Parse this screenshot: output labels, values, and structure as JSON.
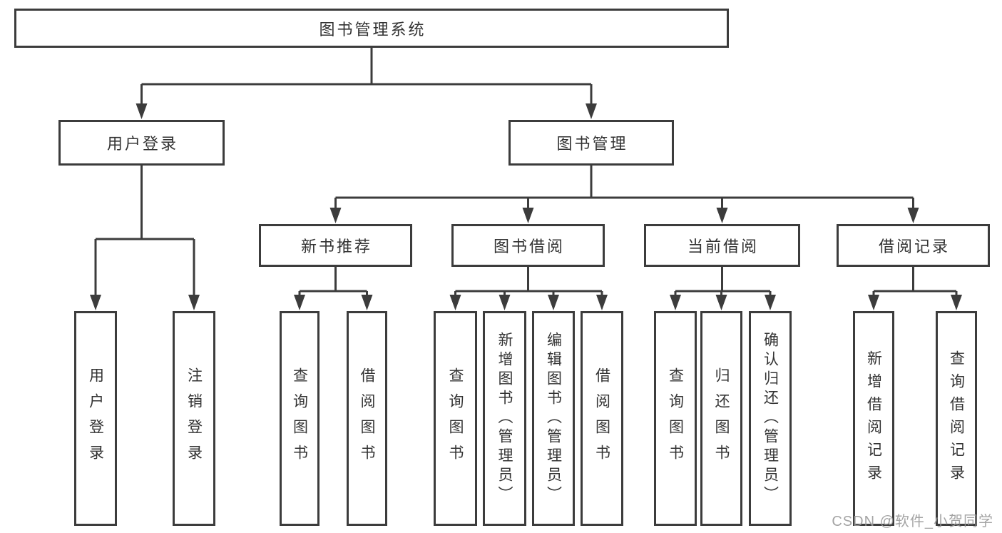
{
  "diagram": {
    "type": "hierarchy-tree",
    "nodes": [
      {
        "id": "root",
        "label": "图书管理系统",
        "parent": null
      },
      {
        "id": "login",
        "label": "用户登录",
        "parent": "root"
      },
      {
        "id": "mgmt",
        "label": "图书管理",
        "parent": "root"
      },
      {
        "id": "rec",
        "label": "新书推荐",
        "parent": "mgmt"
      },
      {
        "id": "borrow",
        "label": "图书借阅",
        "parent": "mgmt"
      },
      {
        "id": "current",
        "label": "当前借阅",
        "parent": "mgmt"
      },
      {
        "id": "records",
        "label": "借阅记录",
        "parent": "mgmt"
      },
      {
        "id": "login-user",
        "label": "用户登录",
        "parent": "login"
      },
      {
        "id": "login-logout",
        "label": "注销登录",
        "parent": "login"
      },
      {
        "id": "rec-query",
        "label": "查询图书",
        "parent": "rec"
      },
      {
        "id": "rec-borrow",
        "label": "借阅图书",
        "parent": "rec"
      },
      {
        "id": "borrow-query",
        "label": "查询图书",
        "parent": "borrow"
      },
      {
        "id": "borrow-add",
        "label": "新增图书（管理员）",
        "parent": "borrow"
      },
      {
        "id": "borrow-edit",
        "label": "编辑图书（管理员）",
        "parent": "borrow"
      },
      {
        "id": "borrow-borrow",
        "label": "借阅图书",
        "parent": "borrow"
      },
      {
        "id": "current-query",
        "label": "查询图书",
        "parent": "current"
      },
      {
        "id": "current-return",
        "label": "归还图书",
        "parent": "current"
      },
      {
        "id": "current-confirm",
        "label": "确认归还（管理员）",
        "parent": "current"
      },
      {
        "id": "records-add",
        "label": "新增借阅记录",
        "parent": "records"
      },
      {
        "id": "records-query",
        "label": "查询借阅记录",
        "parent": "records"
      }
    ],
    "watermark": "CSDN @软件_小贺同学",
    "colors": {
      "line": "#3c3c3c",
      "text": "#333333",
      "background": "#ffffff",
      "watermark": "#9b9b9b"
    }
  }
}
